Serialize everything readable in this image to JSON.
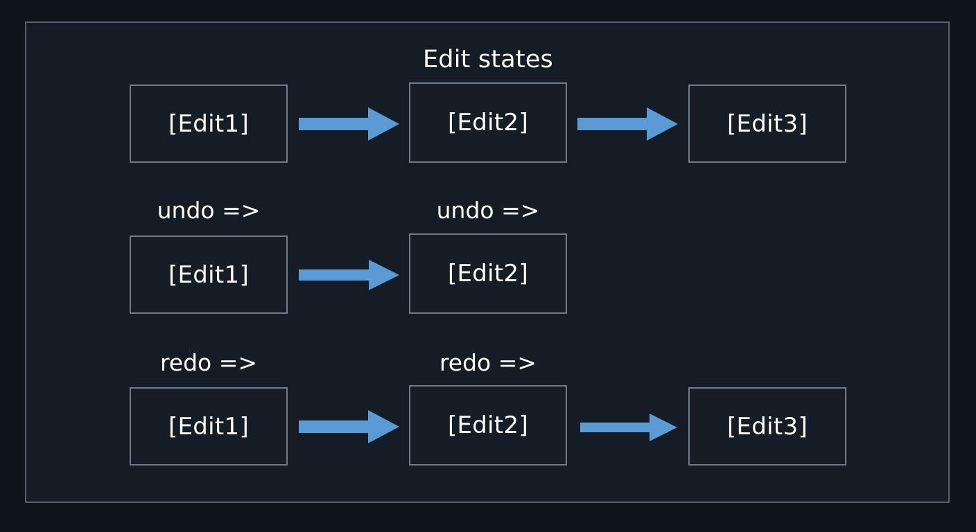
{
  "slide": {
    "title": "Edit states",
    "background_color": "#0e141b",
    "frame_color": "#56606e",
    "box_border_color": "#707c8b",
    "box_fill_color": "#161d26",
    "text_color": "#ffffff",
    "arrow_color": "#5b9bd5"
  },
  "rows": [
    {
      "id": "row-initial",
      "op_labels": [],
      "nodes": [
        {
          "label": "[Edit1]"
        },
        {
          "label": "[Edit2]"
        },
        {
          "label": "[Edit3]"
        }
      ],
      "arrows": 2
    },
    {
      "id": "row-undo",
      "op_labels": [
        {
          "text": "undo =>"
        },
        {
          "text": "undo =>"
        }
      ],
      "nodes": [
        {
          "label": "[Edit1]"
        },
        {
          "label": "[Edit2]"
        }
      ],
      "arrows": 1
    },
    {
      "id": "row-redo",
      "op_labels": [
        {
          "text": "redo =>"
        },
        {
          "text": "redo =>"
        }
      ],
      "nodes": [
        {
          "label": "[Edit1]"
        },
        {
          "label": "[Edit2]"
        },
        {
          "label": "[Edit3]"
        }
      ],
      "arrows": 2
    }
  ]
}
